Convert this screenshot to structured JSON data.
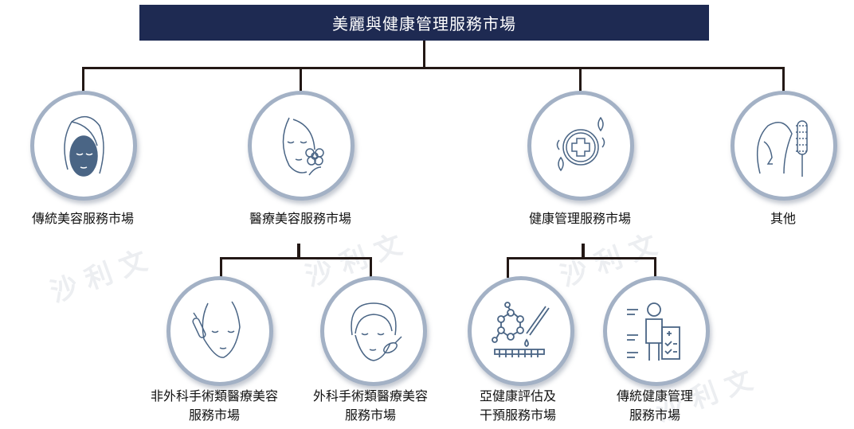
{
  "title": "美麗與健康管理服務市場",
  "level1": [
    {
      "label": "傳統美容服務市場",
      "icon": "face-mask-icon"
    },
    {
      "label": "醫療美容服務市場",
      "icon": "face-flower-icon"
    },
    {
      "label": "健康管理服務市場",
      "icon": "medical-cross-leaves-icon"
    },
    {
      "label": "其他",
      "icon": "hair-brush-icon"
    }
  ],
  "level2": [
    {
      "line1": "非外科手術類醫療美容",
      "line2": "服務市場",
      "icon": "face-roller-icon"
    },
    {
      "line1": "外科手術類醫療美容",
      "line2": "服務市場",
      "icon": "face-surgery-icon"
    },
    {
      "line1": "亞健康評估及",
      "line2": "干預服務市場",
      "icon": "molecule-lab-icon"
    },
    {
      "line1": "傳統健康管理",
      "line2": "服務市場",
      "icon": "doctor-checklist-icon"
    }
  ],
  "colors": {
    "header": "#1e2a52",
    "icon": "#4a6585",
    "ring": "#a3b1c5"
  }
}
